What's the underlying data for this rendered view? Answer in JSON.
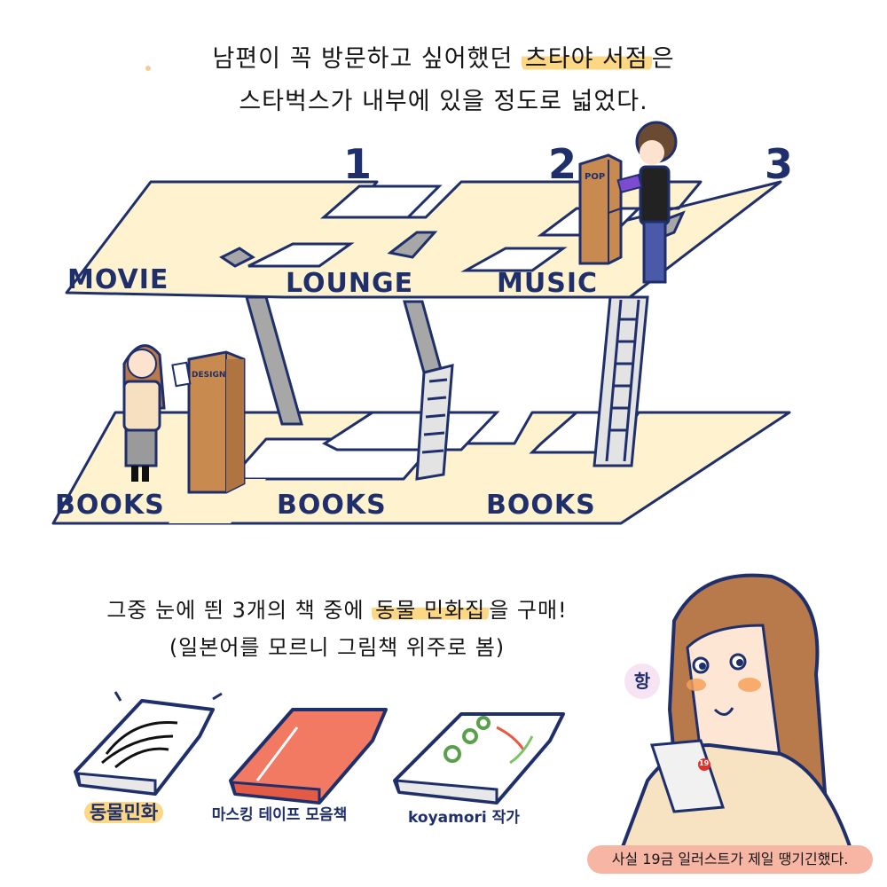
{
  "heading": {
    "line1_pre": "남편이 꼭 방문하고 싶어했던 ",
    "line1_highlight": "츠타야 서점",
    "line1_post": "은",
    "line2": "스타벅스가 내부에 있을 정도로 넓었다."
  },
  "floor_plan": {
    "floor_numbers": [
      "1",
      "2",
      "3"
    ],
    "upper_labels": [
      "MOVIE",
      "LOUNGE",
      "MUSIC"
    ],
    "lower_labels": [
      "BOOKS",
      "BOOKS",
      "BOOKS"
    ],
    "shelf_labels": {
      "design": "DESIGN",
      "pop": "POP"
    }
  },
  "subheading": {
    "line1_pre": "그중 눈에 띈 3개의 책 중에 ",
    "line1_highlight": "동물 민화집",
    "line1_post": "을 구매!",
    "line2": "(일본어를 모르니 그림책 위주로 봄)"
  },
  "books": [
    {
      "caption": "동물민화",
      "highlighted": true,
      "cover_color": "#ffffff"
    },
    {
      "caption": "마스킹 테이프 모음책",
      "highlighted": false,
      "cover_color": "#f27a63"
    },
    {
      "caption": "koyamori 작가",
      "highlighted": false,
      "cover_color": "#ffffff"
    }
  ],
  "character": {
    "sound_effect": "항",
    "book_badge": "19"
  },
  "bottom_note": "사실 19금 일러스트가 제일 땡기긴했다.",
  "colors": {
    "outline": "#1f2f6b",
    "floor": "#fff3cf",
    "highlight": "#fcd784",
    "note_bg": "#f7b6a4",
    "shelf": "#c98a4f",
    "pillar": "#a7a7a7"
  }
}
